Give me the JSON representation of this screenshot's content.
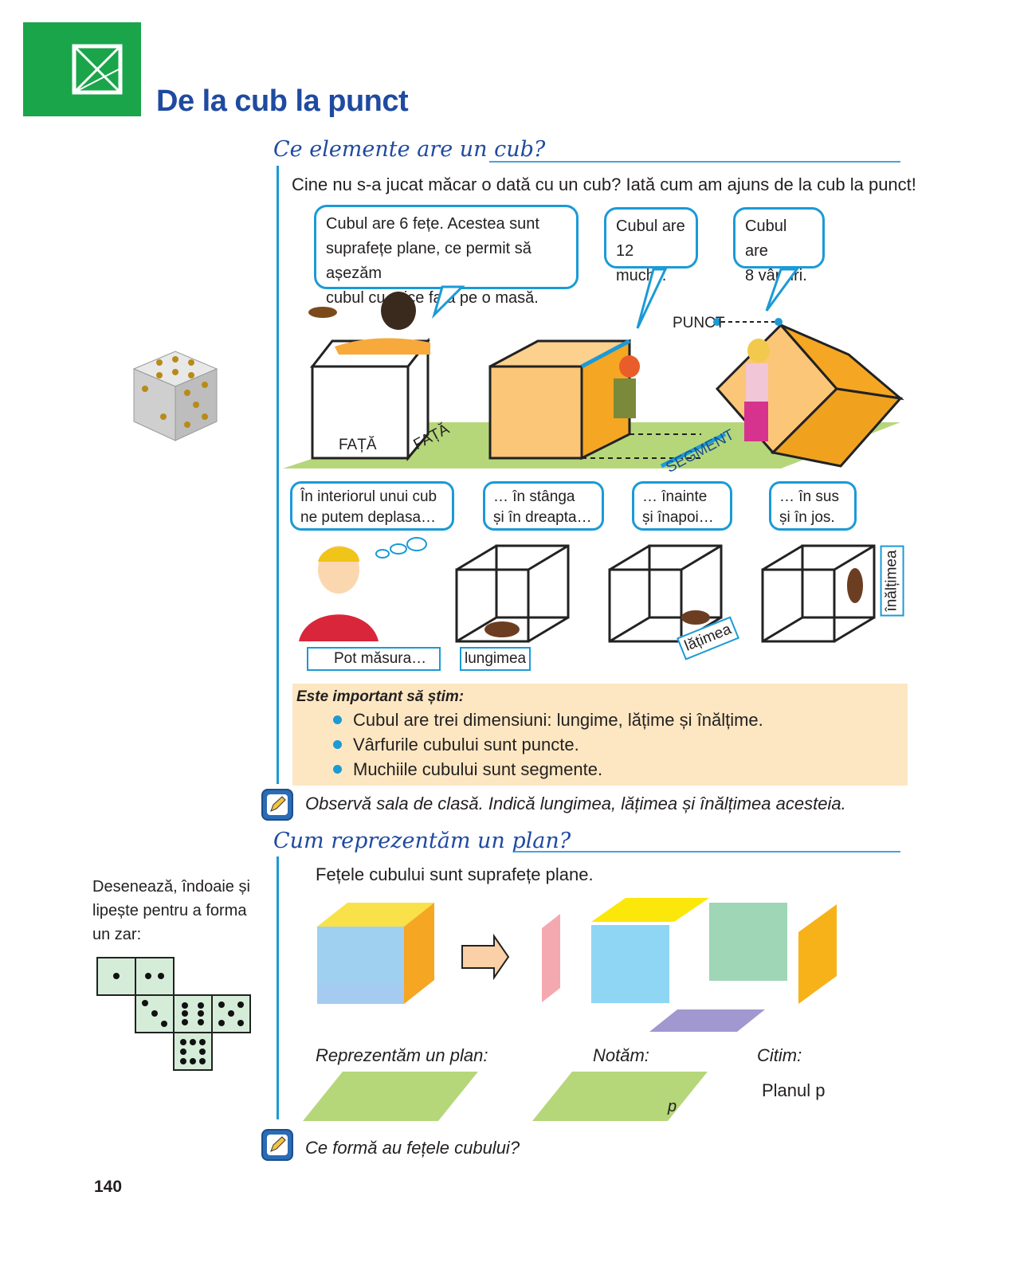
{
  "header": {
    "title": "De la cub la punct"
  },
  "section1": {
    "heading": "Ce elemente are un cub?",
    "intro": "Cine nu s-a jucat măcar o dată cu un cub? Iată cum am ajuns de la cub la punct!",
    "bubbles": [
      {
        "lines": [
          "Cubul are 6 fețe. Acestea sunt",
          "suprafețe plane, ce permit să așezăm",
          "cubul cu orice față pe o masă."
        ]
      },
      {
        "lines": [
          "Cubul are",
          "12 muchii."
        ]
      },
      {
        "lines": [
          "Cubul are",
          "8 vârfuri."
        ]
      }
    ],
    "face_label_1": "FAȚĂ",
    "face_label_2": "FAȚĂ",
    "segment_label": "SEGMENT",
    "point_label": "PUNCT",
    "thought_bubbles": [
      {
        "lines": [
          "În interiorul unui cub",
          "ne putem deplasa…"
        ]
      },
      {
        "lines": [
          "… în stânga",
          "și în dreapta…"
        ]
      },
      {
        "lines": [
          "… înainte",
          "și înapoi…"
        ]
      },
      {
        "lines": [
          "… în sus",
          "și în jos."
        ]
      }
    ],
    "measure_label": "Pot măsura…",
    "dimension_labels": [
      "lungimea",
      "lățimea",
      "înălțimea"
    ],
    "important": {
      "title": "Este important să știm:",
      "bullets": [
        "Cubul are trei dimensiuni: lungime, lățime și înălțime.",
        "Vârfurile cubului sunt puncte.",
        "Muchiile cubului sunt segmente."
      ]
    },
    "task": "Observă sala de clasă. Indică lungimea, lățimea și înălțimea acesteia."
  },
  "section2": {
    "heading": "Cum reprezentăm un plan?",
    "intro": "Fețele cubului sunt suprafețe plane.",
    "caption_represent": "Reprezentăm un plan:",
    "caption_notate": "Notăm:",
    "caption_read": "Citim:",
    "plane_letter": "p",
    "read_value": "Planul p",
    "task": "Ce formă au fețele cubului?"
  },
  "sidebar": {
    "instruction_lines": [
      "Desenează, îndoaie și",
      "lipește pentru a forma",
      "un zar:"
    ]
  },
  "colors": {
    "accent_blue": "#1b9ad6",
    "title_blue": "#1f4aa0",
    "green": "#1aa54a",
    "important_bg": "#fde7c2",
    "plane_green": "#b5d77a"
  },
  "footer": {
    "page_number": "140"
  }
}
